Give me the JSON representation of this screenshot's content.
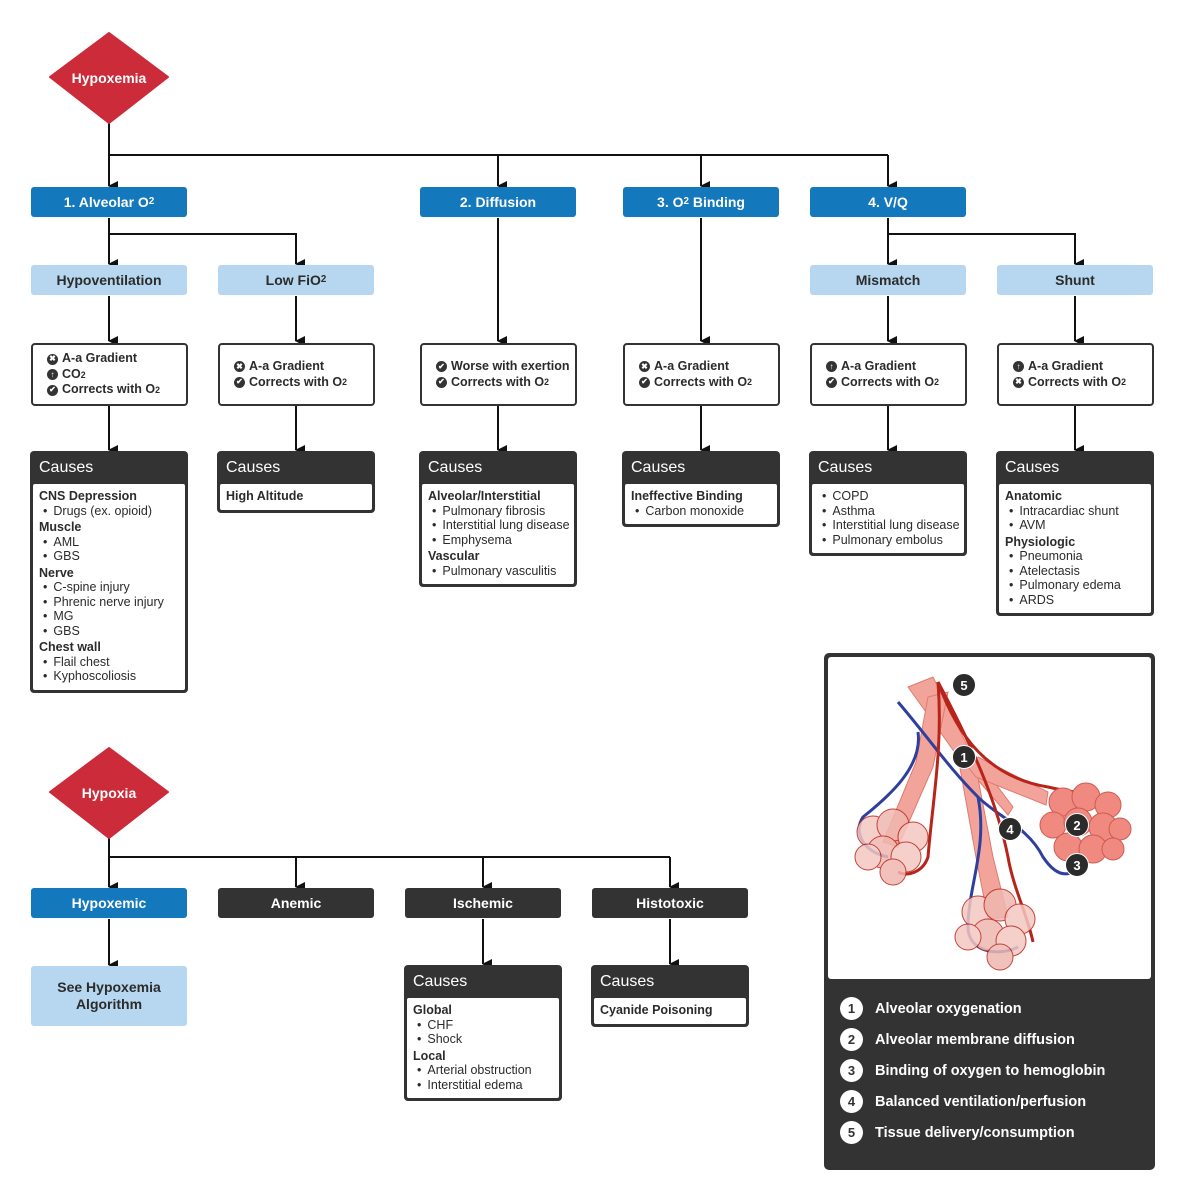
{
  "hypoxemia": {
    "title": "Hypoxemia",
    "categories": [
      {
        "label": "1. Alveolar O",
        "sub": "2",
        "subtypes": [
          {
            "label": "Hypoventilation",
            "criteria": [
              {
                "icon": "x-circle-icon",
                "text": "A-a Gradient",
                "sub": ""
              },
              {
                "icon": "arrow-up-circle-icon",
                "text": "CO",
                "sub": "2"
              },
              {
                "icon": "check-circle-icon",
                "text": "Corrects with O",
                "sub": "2"
              }
            ],
            "causes_title": "Causes",
            "causes": [
              {
                "group": "CNS Depression",
                "items": [
                  "Drugs (ex. opioid)"
                ]
              },
              {
                "group": "Muscle",
                "items": [
                  "AML",
                  "GBS"
                ]
              },
              {
                "group": "Nerve",
                "items": [
                  "C-spine injury",
                  "Phrenic nerve injury",
                  "MG",
                  "GBS"
                ]
              },
              {
                "group": "Chest wall",
                "items": [
                  "Flail chest",
                  "Kyphoscoliosis"
                ]
              }
            ]
          },
          {
            "label": "Low FiO",
            "sub": "2",
            "criteria": [
              {
                "icon": "x-circle-icon",
                "text": "A-a Gradient",
                "sub": ""
              },
              {
                "icon": "check-circle-icon",
                "text": "Corrects with O",
                "sub": "2"
              }
            ],
            "causes_title": "Causes",
            "causes": [
              {
                "group": "High Altitude",
                "items": []
              }
            ]
          }
        ]
      },
      {
        "label": "2. Diffusion",
        "criteria": [
          {
            "icon": "check-circle-icon",
            "text": "Worse with exertion",
            "sub": ""
          },
          {
            "icon": "check-circle-icon",
            "text": "Corrects with O",
            "sub": "2"
          }
        ],
        "causes_title": "Causes",
        "causes": [
          {
            "group": "Alveolar/Interstitial",
            "items": [
              "Pulmonary fibrosis",
              "Interstitial lung disease",
              "Emphysema"
            ]
          },
          {
            "group": "Vascular",
            "items": [
              "Pulmonary vasculitis"
            ]
          }
        ]
      },
      {
        "label_pre": "3. O",
        "sub": "2",
        "label_post": " Binding",
        "criteria": [
          {
            "icon": "x-circle-icon",
            "text": "A-a Gradient",
            "sub": ""
          },
          {
            "icon": "check-circle-icon",
            "text": "Corrects with O",
            "sub": "2"
          }
        ],
        "causes_title": "Causes",
        "causes": [
          {
            "group": "Ineffective Binding",
            "items": [
              "Carbon monoxide"
            ]
          }
        ]
      },
      {
        "label": "4. V/Q",
        "subtypes": [
          {
            "label": "Mismatch",
            "criteria": [
              {
                "icon": "arrow-up-circle-icon",
                "text": "A-a Gradient",
                "sub": ""
              },
              {
                "icon": "check-circle-icon",
                "text": "Corrects with O",
                "sub": "2"
              }
            ],
            "causes_title": "Causes",
            "causes": [
              {
                "group": "",
                "items": [
                  "COPD",
                  "Asthma",
                  "Interstitial lung disease",
                  "Pulmonary embolus"
                ]
              }
            ]
          },
          {
            "label": "Shunt",
            "criteria": [
              {
                "icon": "arrow-up-circle-icon",
                "text": "A-a Gradient",
                "sub": ""
              },
              {
                "icon": "x-circle-icon",
                "text": "Corrects with O",
                "sub": "2"
              }
            ],
            "causes_title": "Causes",
            "causes": [
              {
                "group": "Anatomic",
                "items": [
                  "Intracardiac shunt",
                  "AVM"
                ]
              },
              {
                "group": "Physiologic",
                "items": [
                  "Pneumonia",
                  "Atelectasis",
                  "Pulmonary edema",
                  "ARDS"
                ]
              }
            ]
          }
        ]
      }
    ]
  },
  "hypoxia": {
    "title": "Hypoxia",
    "categories": [
      {
        "label": "Hypoxemic",
        "child": "See Hypoxemia Algorithm"
      },
      {
        "label": "Anemic"
      },
      {
        "label": "Ischemic",
        "causes_title": "Causes",
        "causes": [
          {
            "group": "Global",
            "items": [
              "CHF",
              "Shock"
            ]
          },
          {
            "group": "Local",
            "items": [
              "Arterial obstruction",
              "Interstitial edema"
            ]
          }
        ]
      },
      {
        "label": "Histotoxic",
        "causes_title": "Causes",
        "causes": [
          {
            "group": "Cyanide Poisoning",
            "items": []
          }
        ]
      }
    ]
  },
  "legend": {
    "items": [
      {
        "num": "1",
        "text": "Alveolar oxygenation"
      },
      {
        "num": "2",
        "text": "Alveolar membrane diffusion"
      },
      {
        "num": "3",
        "text": "Binding of oxygen to hemoglobin"
      },
      {
        "num": "4",
        "text": "Balanced ventilation/perfusion"
      },
      {
        "num": "5",
        "text": "Tissue delivery/consumption"
      }
    ]
  },
  "colors": {
    "red": "#cc2b3a",
    "blue": "#1478bd",
    "light_blue": "#b6d7ef",
    "dark": "#333333"
  }
}
